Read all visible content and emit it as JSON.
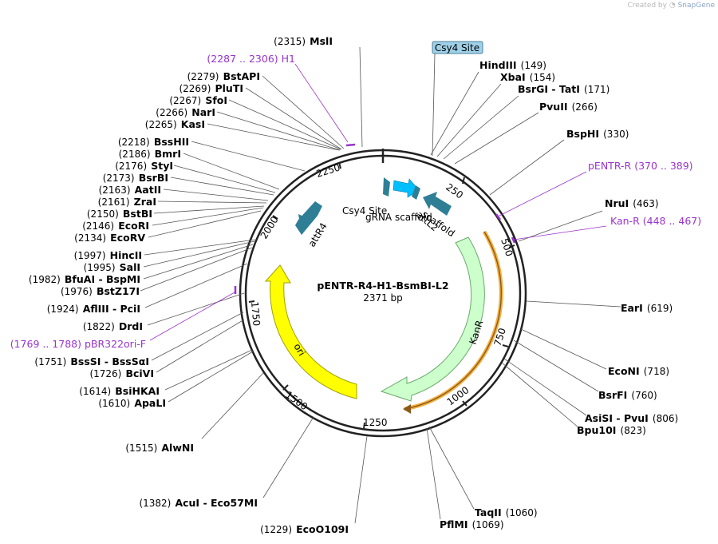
{
  "credit": {
    "label": "Created by",
    "brand": "SnapGene"
  },
  "plasmid": {
    "name": "pENTR-R4-H1-BsmBI-L2",
    "size": "2371 bp"
  },
  "csy4_box": "Csy4 Site",
  "enzymes": [
    {
      "pos": "(2315)",
      "name": "MslI"
    },
    {
      "pos": "(149)",
      "name": "HindIII"
    },
    {
      "pos": "(154)",
      "name": "XbaI"
    },
    {
      "pos": "(171)",
      "name": "BsrGI - TatI"
    },
    {
      "pos": "(266)",
      "name": "PvuII"
    },
    {
      "pos": "(330)",
      "name": "BspHI"
    },
    {
      "pos": "(463)",
      "name": "NruI"
    },
    {
      "pos": "(619)",
      "name": "EarI"
    },
    {
      "pos": "(718)",
      "name": "EcoNI"
    },
    {
      "pos": "(760)",
      "name": "BsrFI"
    },
    {
      "pos": "(806)",
      "name": "AsiSI - PvuI"
    },
    {
      "pos": "(823)",
      "name": "Bpu10I"
    },
    {
      "pos": "(1060)",
      "name": "TaqII"
    },
    {
      "pos": "(1069)",
      "name": "PflMI"
    },
    {
      "pos": "(1229)",
      "name": "EcoO109I"
    },
    {
      "pos": "(1382)",
      "name": "AcuI - Eco57MI"
    },
    {
      "pos": "(1515)",
      "name": "AlwNI"
    },
    {
      "pos": "(1610)",
      "name": "ApaLI"
    },
    {
      "pos": "(1614)",
      "name": "BsiHKAI"
    },
    {
      "pos": "(1726)",
      "name": "BciVI"
    },
    {
      "pos": "(1751)",
      "name": "BssSI - BssSαI"
    },
    {
      "pos": "(1822)",
      "name": "DrdI"
    },
    {
      "pos": "(1924)",
      "name": "AflIII - PciI"
    },
    {
      "pos": "(1976)",
      "name": "BstZ17I"
    },
    {
      "pos": "(1982)",
      "name": "BfuAI - BspMI"
    },
    {
      "pos": "(1995)",
      "name": "SalI"
    },
    {
      "pos": "(1997)",
      "name": "HincII"
    },
    {
      "pos": "(2134)",
      "name": "EcoRV"
    },
    {
      "pos": "(2146)",
      "name": "EcoRI"
    },
    {
      "pos": "(2150)",
      "name": "BstBI"
    },
    {
      "pos": "(2161)",
      "name": "ZraI"
    },
    {
      "pos": "(2163)",
      "name": "AatII"
    },
    {
      "pos": "(2173)",
      "name": "BsrBI"
    },
    {
      "pos": "(2176)",
      "name": "StyI"
    },
    {
      "pos": "(2186)",
      "name": "BmrI"
    },
    {
      "pos": "(2218)",
      "name": "BssHII"
    },
    {
      "pos": "(2265)",
      "name": "KasI"
    },
    {
      "pos": "(2266)",
      "name": "NarI"
    },
    {
      "pos": "(2267)",
      "name": "SfoI"
    },
    {
      "pos": "(2269)",
      "name": "PluTI"
    },
    {
      "pos": "(2279)",
      "name": "BstAPI"
    }
  ],
  "primers": [
    {
      "pos": "(2287 .. 2306)",
      "name": "H1"
    },
    {
      "pos": "(370 .. 389)",
      "name": "pENTR-R"
    },
    {
      "pos": "(448 .. 467)",
      "name": "Kan-R"
    },
    {
      "pos": "(1769 .. 1788)",
      "name": "pBR322ori-F"
    }
  ],
  "features": [
    {
      "name": "Csy4 Site",
      "color": "#2e7f95"
    },
    {
      "name": "gRNA scaffold",
      "color": "#00bfff"
    },
    {
      "name": "attL2",
      "color": "#2e7f95"
    },
    {
      "name": "attR4",
      "color": "#2e7f95"
    },
    {
      "name": "KanR",
      "color": "#ccffcc"
    },
    {
      "name": "ori",
      "color": "#ffff00"
    }
  ],
  "ticks": [
    "250",
    "500",
    "750",
    "1000",
    "1250",
    "1500",
    "1750",
    "2000",
    "2250"
  ],
  "colors": {
    "primer": "#9933cc",
    "orf_highlight": "#f5b041",
    "backbone": "#222222"
  }
}
